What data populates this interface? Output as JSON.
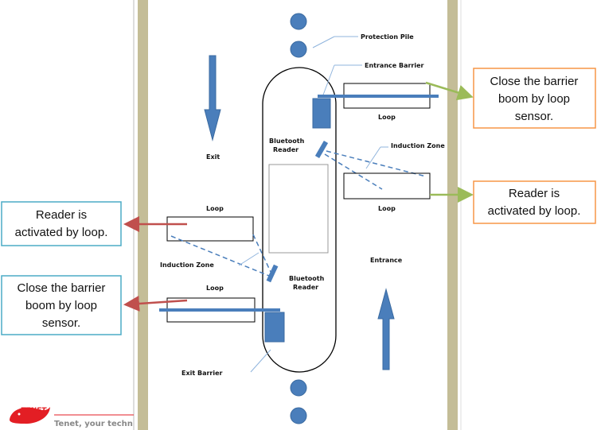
{
  "labels": {
    "protection_pile": "Protection Pile",
    "entrance_barrier": "Entrance Barrier",
    "loop_entrance_1": "Loop",
    "loop_entrance_2": "Loop",
    "induction_zone_right": "Induction Zone",
    "bluetooth_reader_top": [
      "Bluetooth",
      "Reader"
    ],
    "exit": "Exit",
    "entrance": "Entrance",
    "loop_exit_1": "Loop",
    "loop_exit_2": "Loop",
    "induction_zone_left": "Induction Zone",
    "bluetooth_reader_bottom": [
      "Bluetooth",
      "Reader"
    ],
    "exit_barrier": "Exit Barrier"
  },
  "callouts": {
    "right_top": [
      "Close the barrier",
      "boom by loop",
      "sensor."
    ],
    "right_bottom": [
      "Reader is",
      "activated by loop."
    ],
    "left_top": [
      "Reader is",
      "activated by loop."
    ],
    "left_bottom": [
      "Close the barrier",
      "boom by loop",
      "sensor."
    ]
  },
  "footer": {
    "logo": "TENET",
    "tagline": "Tenet, your techn"
  },
  "colors": {
    "equipment": "#4a7ebb",
    "wall": "#c4bd97",
    "callout_right_border": "#f79646",
    "callout_left_border": "#4bacc6",
    "arrow_right": "#9bbb59",
    "arrow_left": "#c0504d",
    "logo": "#e31e24"
  }
}
